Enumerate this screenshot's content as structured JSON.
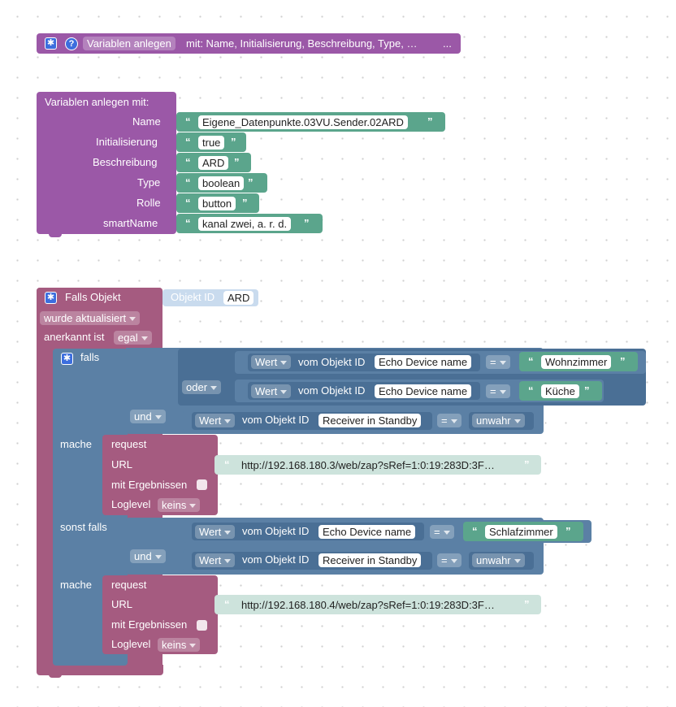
{
  "collapsed": {
    "title": "Variablen anlegen",
    "rest": "mit: Name, Initialisierung, Beschreibung, Type, …",
    "ellipsis": "..."
  },
  "create_vars": {
    "header": "Variablen anlegen  mit:",
    "rows": [
      {
        "label": "Name",
        "value": "Eigene_Datenpunkte.03VU.Sender.02ARD"
      },
      {
        "label": "Initialisierung",
        "value": "true"
      },
      {
        "label": "Beschreibung",
        "value": "ARD"
      },
      {
        "label": "Type",
        "value": "boolean"
      },
      {
        "label": "Rolle",
        "value": "button"
      },
      {
        "label": "smartName",
        "value": "kanal zwei, a. r. d."
      }
    ]
  },
  "trigger": {
    "title": "Falls Objekt",
    "object_label": "Objekt ID",
    "object_value": "ARD",
    "event_dropdown": "wurde aktualisiert",
    "ack_label": "anerkannt ist",
    "ack_value": "egal"
  },
  "ifblock": {
    "falls": "falls",
    "oder": "oder",
    "und": "und",
    "mache": "mache",
    "sonst_falls": "sonst falls",
    "wert": "Wert",
    "vom_objekt": "vom Objekt ID",
    "echo": "Echo Device name",
    "receiver": "Receiver in Standby",
    "eq": "=",
    "cond1_text": "Wohnzimmer",
    "cond2_text": "Küche",
    "cond3_bool": "unwahr",
    "cond4_text": "Schlafzimmer",
    "cond5_bool": "unwahr"
  },
  "request1": {
    "title": "request",
    "url_label": "URL",
    "url": "http://192.168.180.3/web/zap?sRef=1:0:19:283D:3F…",
    "results_label": "mit Ergebnissen",
    "log_label": "Loglevel",
    "log_value": "keins"
  },
  "request2": {
    "title": "request",
    "url_label": "URL",
    "url": "http://192.168.180.4/web/zap?sRef=1:0:19:283D:3F…",
    "results_label": "mit Ergebnissen",
    "log_label": "Loglevel",
    "log_value": "keins"
  }
}
